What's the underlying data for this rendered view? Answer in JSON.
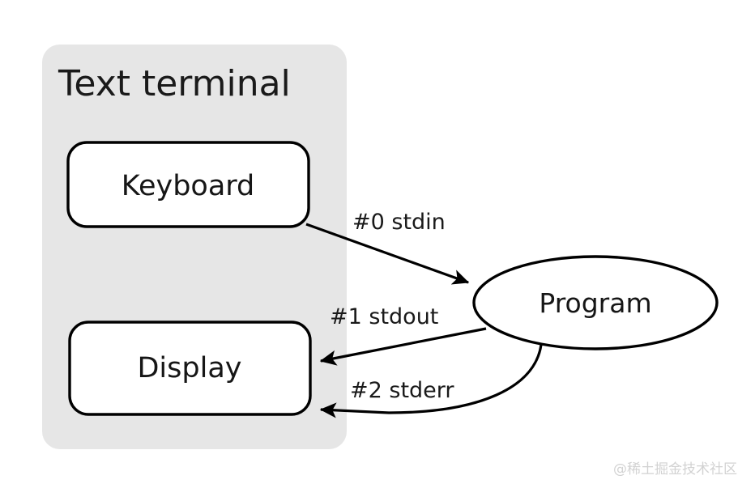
{
  "diagram": {
    "title_panel": {
      "label": "Text terminal",
      "fill_color": "#e6e6e6"
    },
    "nodes": [
      {
        "id": "keyboard",
        "label": "Keyboard",
        "shape": "rounded-rect"
      },
      {
        "id": "display",
        "label": "Display",
        "shape": "rounded-rect"
      },
      {
        "id": "program",
        "label": "Program",
        "shape": "ellipse"
      }
    ],
    "edges": [
      {
        "id": "stdin",
        "label": "#0 stdin",
        "from": "keyboard",
        "to": "program"
      },
      {
        "id": "stdout",
        "label": "#1 stdout",
        "from": "program",
        "to": "display"
      },
      {
        "id": "stderr",
        "label": "#2 stderr",
        "from": "program",
        "to": "display"
      }
    ],
    "watermark": "@稀土掘金技术社区",
    "colors": {
      "stroke": "#000000",
      "panel": "#e6e6e6",
      "node_fill": "#ffffff",
      "text": "#161616",
      "watermark": "#d2d2d2",
      "background": "#ffffff"
    }
  }
}
